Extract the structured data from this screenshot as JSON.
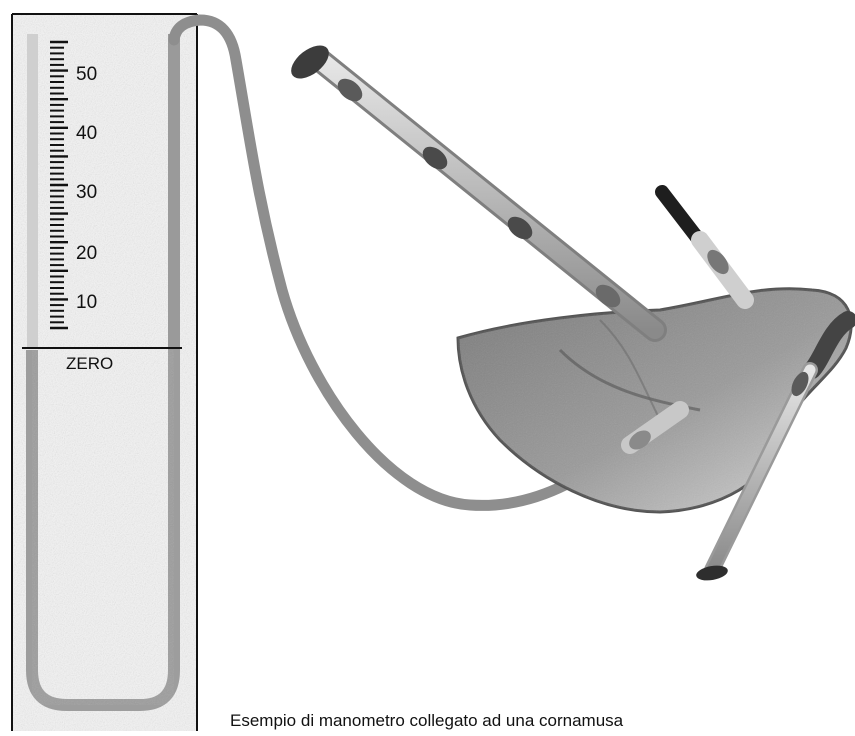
{
  "manometer": {
    "scale_labels": [
      "50",
      "40",
      "30",
      "20",
      "10"
    ],
    "zero_label": "ZERO"
  },
  "caption": "Esempio di manometro collegato ad una cornamusa"
}
